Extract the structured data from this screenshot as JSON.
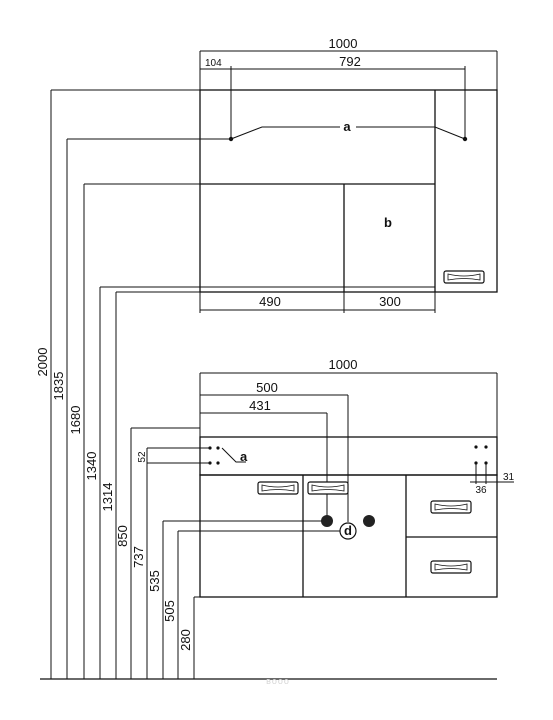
{
  "upper_cabinet": {
    "dimensions": {
      "total_width": "1000",
      "offset": "104",
      "rail_width": "792",
      "left_section": "490",
      "right_section": "300"
    },
    "labels": {
      "rail": "a",
      "section": "b"
    }
  },
  "lower_cabinet": {
    "dimensions": {
      "total_width": "1000",
      "pipe_a": "500",
      "pipe_b": "431",
      "hole_spacing": "52",
      "bracket_x": "36",
      "bracket_y": "31"
    },
    "labels": {
      "rail": "a",
      "drain": "d"
    }
  },
  "height_dimensions": [
    "2000",
    "1835",
    "1680",
    "1340",
    "1314",
    "850",
    "737",
    "535",
    "505",
    "280"
  ],
  "watermark": "вооо"
}
